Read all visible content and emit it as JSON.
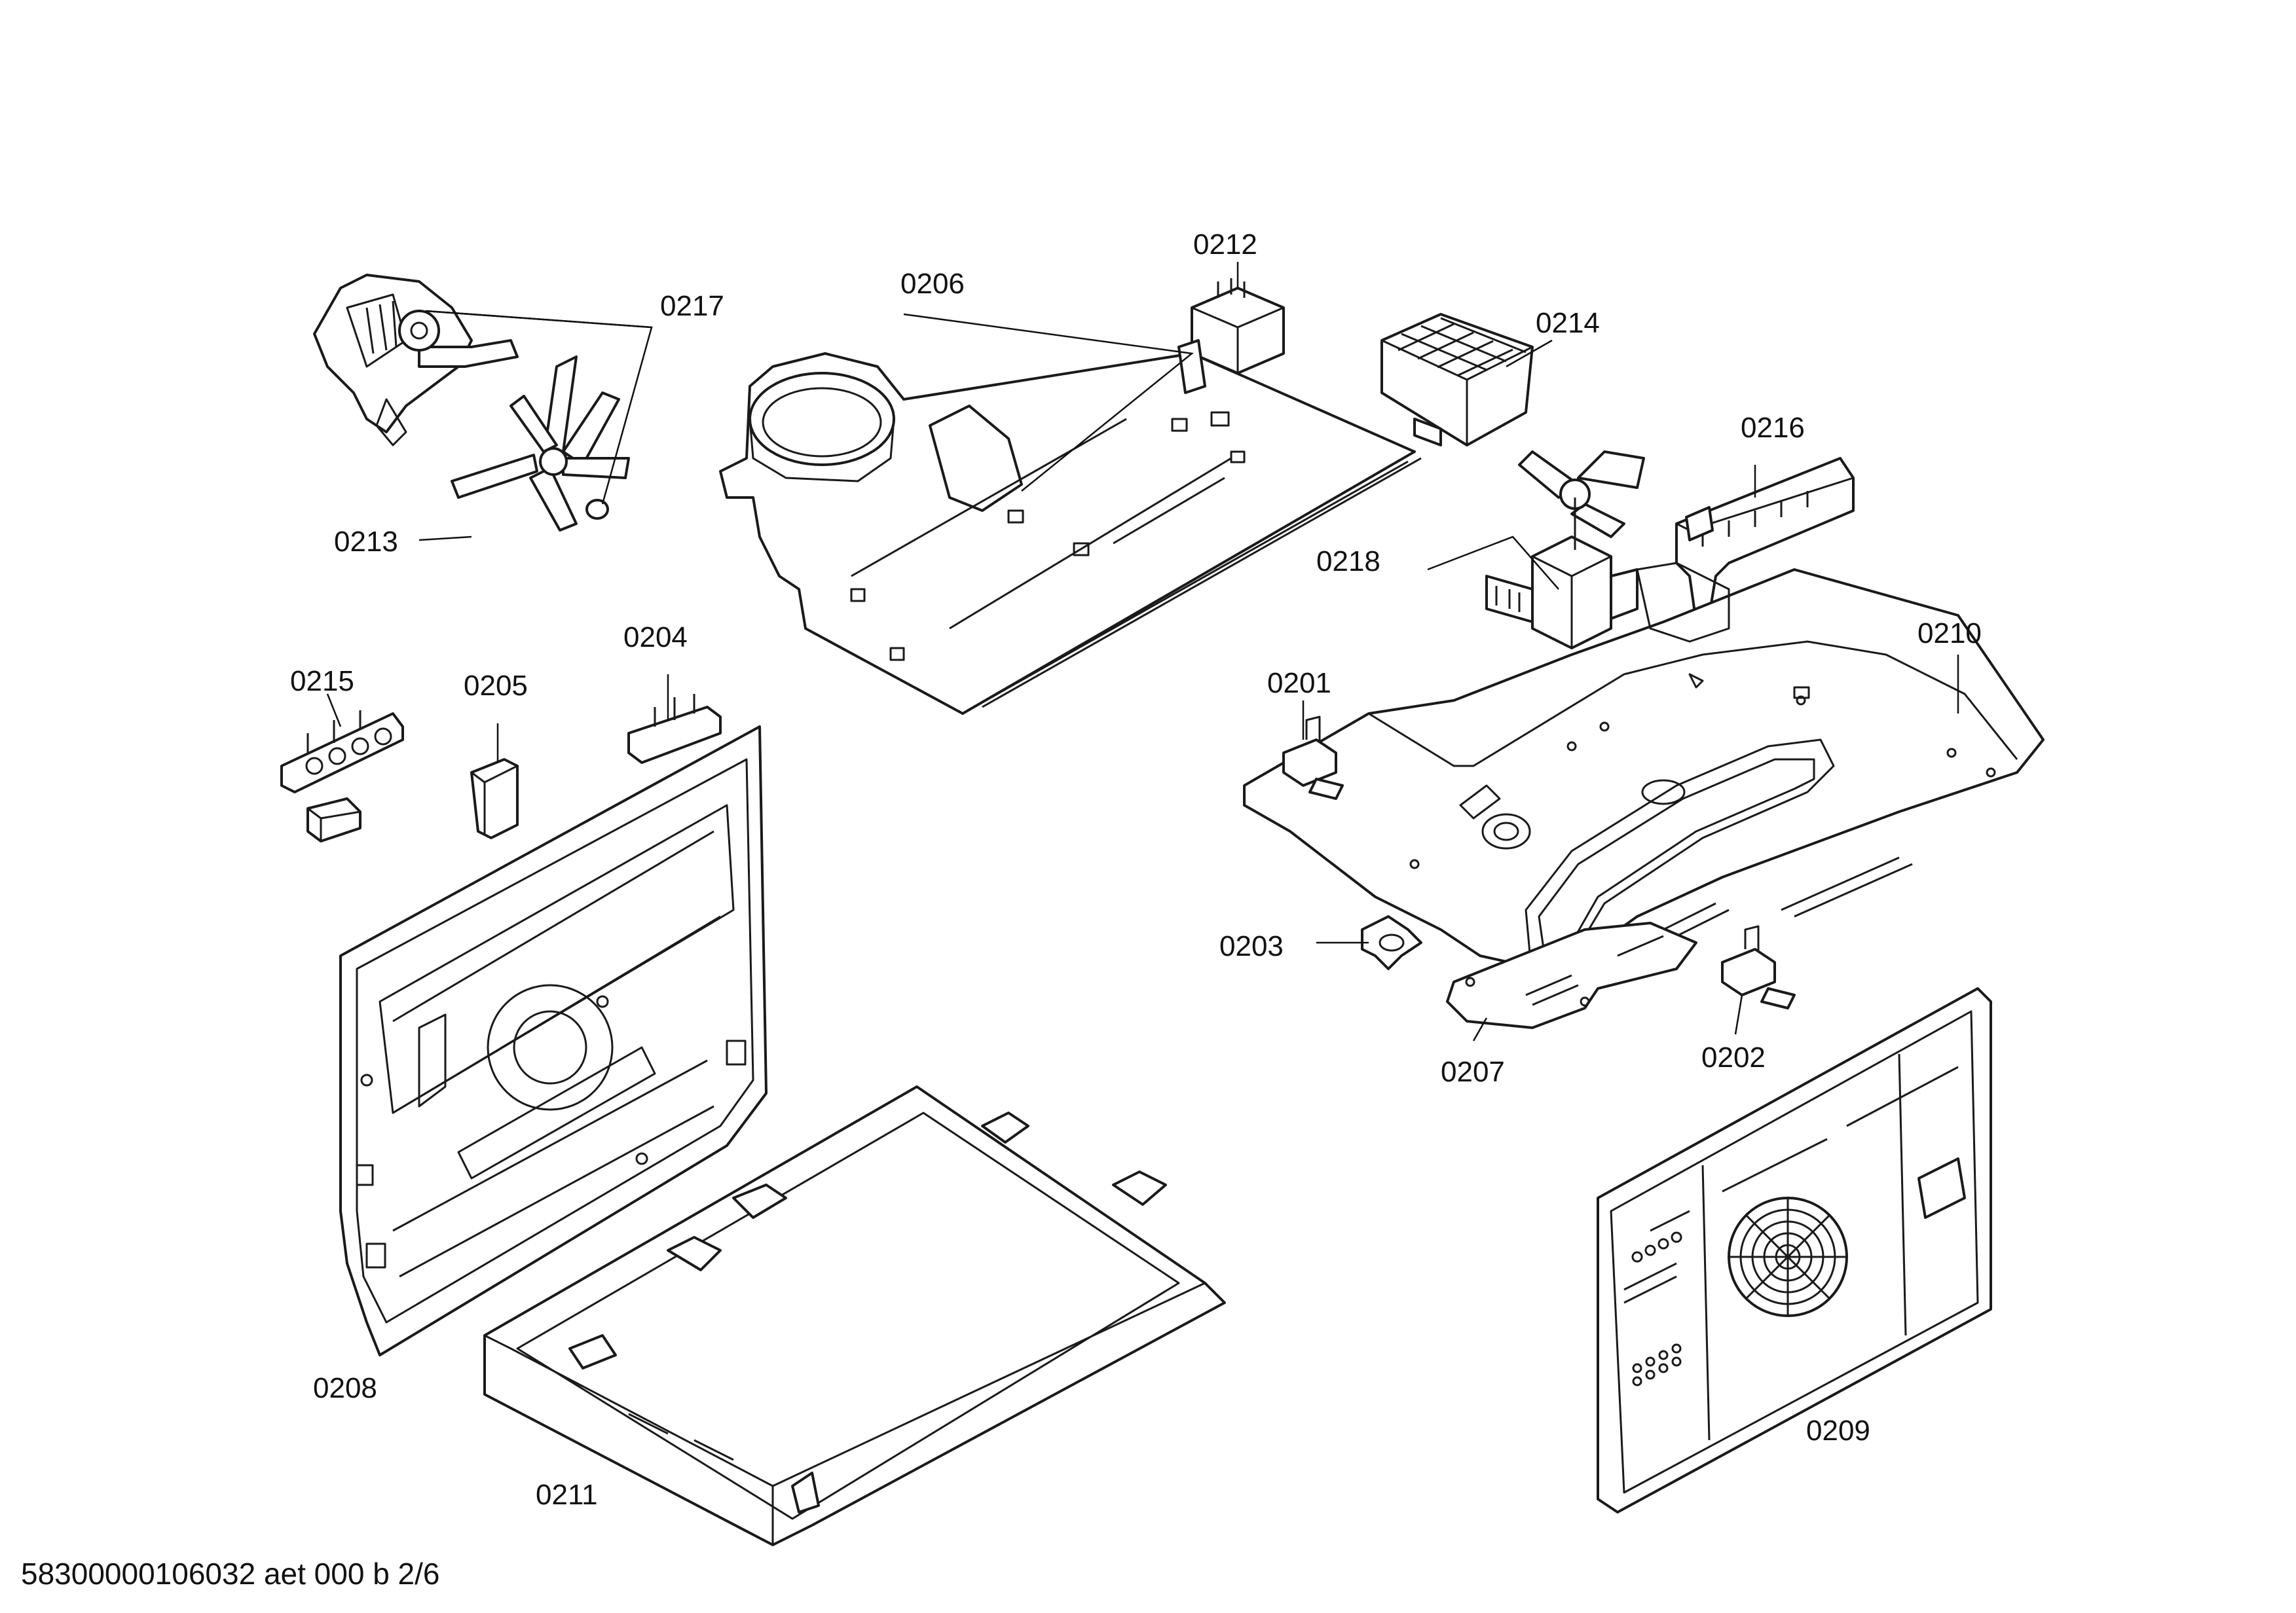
{
  "diagram": {
    "type": "exploded-parts-drawing",
    "callouts": [
      {
        "id": "c0201",
        "label": "0201"
      },
      {
        "id": "c0202",
        "label": "0202"
      },
      {
        "id": "c0203",
        "label": "0203"
      },
      {
        "id": "c0204",
        "label": "0204"
      },
      {
        "id": "c0205",
        "label": "0205"
      },
      {
        "id": "c0206",
        "label": "0206"
      },
      {
        "id": "c0207",
        "label": "0207"
      },
      {
        "id": "c0208",
        "label": "0208"
      },
      {
        "id": "c0209",
        "label": "0209"
      },
      {
        "id": "c0210",
        "label": "0210"
      },
      {
        "id": "c0211",
        "label": "0211"
      },
      {
        "id": "c0212",
        "label": "0212"
      },
      {
        "id": "c0213",
        "label": "0213"
      },
      {
        "id": "c0214",
        "label": "0214"
      },
      {
        "id": "c0215",
        "label": "0215"
      },
      {
        "id": "c0216",
        "label": "0216"
      },
      {
        "id": "c0217",
        "label": "0217"
      },
      {
        "id": "c0218",
        "label": "0218"
      }
    ]
  },
  "footer": {
    "document_code": "58300000106032 aet 000 b 2/6"
  }
}
